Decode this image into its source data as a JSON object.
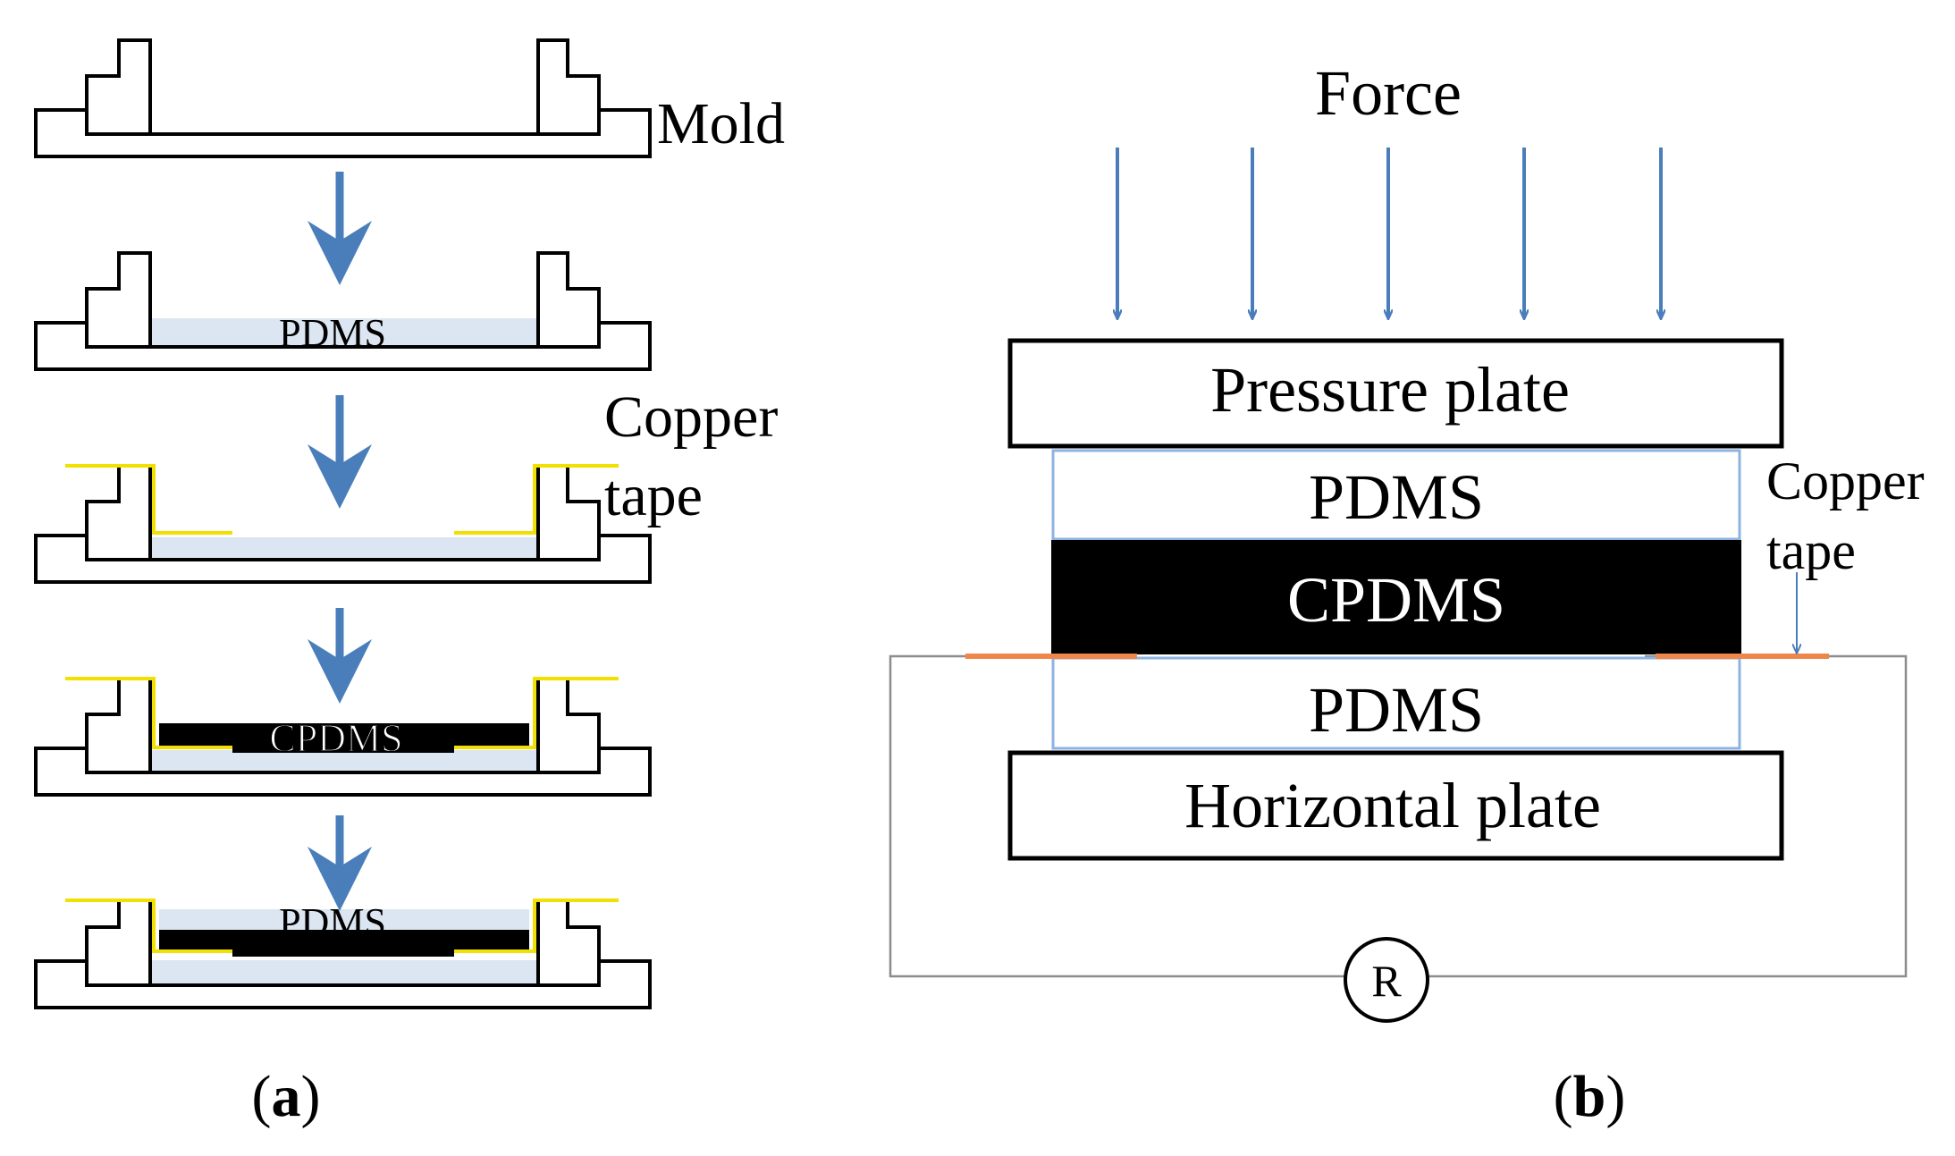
{
  "panel_a": {
    "mold_label": "Mold",
    "step2_label": "PDMS",
    "copper_label_line1": "Copper",
    "copper_label_line2": "tape",
    "step4_label": "CPDMS",
    "step5_label": "PDMS",
    "caption_open": "(",
    "caption_letter": "a",
    "caption_close": ")"
  },
  "panel_b": {
    "force_label": "Force",
    "pressure_plate_label": "Pressure plate",
    "top_pdms_label": "PDMS",
    "cpdms_label": "CPDMS",
    "bottom_pdms_label": "PDMS",
    "horizontal_plate_label": "Horizontal plate",
    "copper_label_line1": "Copper",
    "copper_label_line2": "tape",
    "resistor_label": "R",
    "caption_open": "(",
    "caption_letter": "b",
    "caption_close": ")"
  },
  "colors": {
    "arrow": "#4a7ebb",
    "pdms_fill": "#dce6f2",
    "copper_yellow": "#f2e000",
    "copper_orange": "#f0874a",
    "pdms_border": "#8db3e2",
    "circuit_wire": "#8c8c8c"
  }
}
